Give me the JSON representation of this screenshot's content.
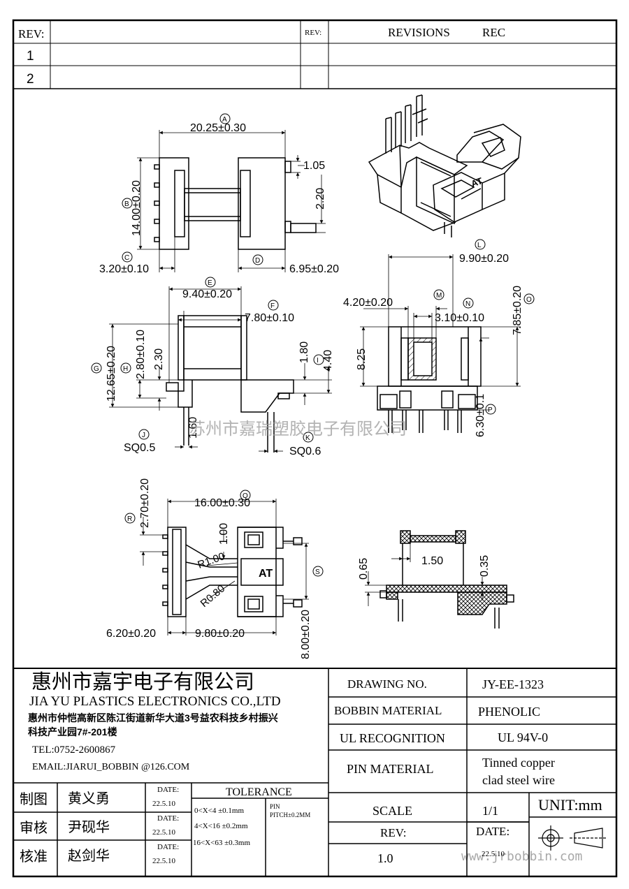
{
  "revision_table": {
    "rev_label": "REV:",
    "rev_label_2": "REV:",
    "revisions_label": "REVISIONS",
    "rec_label": "REC",
    "rows": [
      "1",
      "2"
    ]
  },
  "watermark": {
    "company": "苏州市嘉瑞塑胶电子有限公司",
    "website": "www.jrbobbin.com"
  },
  "top_view": {
    "label_a": "A",
    "dim_a": "20.25±0.30",
    "label_b": "B",
    "dim_b": "14.00±0.20",
    "label_c": "C",
    "dim_c": "3.20±0.10",
    "label_d": "D",
    "dim_d": "6.95±0.20",
    "dim_105": "1.05",
    "dim_220": "2.20"
  },
  "side_view": {
    "label_e": "E",
    "dim_e": "9.40±0.20",
    "label_f": "F",
    "dim_f": "7.80±0.10",
    "label_g": "G",
    "dim_g": "12.65±0.20",
    "label_h": "H",
    "dim_h": "2.80±0.10",
    "dim_230": "2.30",
    "label_i": "I",
    "dim_180": "1.80",
    "dim_440": "4.40",
    "label_j": "J",
    "dim_j": "SQ0.5",
    "label_k": "K",
    "dim_k": "SQ0.6",
    "dim_160": "1.60"
  },
  "front_view": {
    "label_l": "L",
    "dim_l": "9.90±0.20",
    "label_m": "M",
    "dim_m": "4.20±0.20",
    "label_n": "N",
    "dim_n": "3.10±0.10",
    "label_o": "O",
    "dim_o": "7.85±0.20",
    "dim_825": "8.25",
    "label_p": "P",
    "dim_p": "6.30±0.1"
  },
  "bottom_view": {
    "label_q": "Q",
    "dim_q": "16.00±0.30",
    "label_r": "R",
    "dim_r": "2.70±0.20",
    "dim_100": "1.00",
    "dim_r100": "R1.00",
    "dim_r080": "R0.80",
    "dim_620": "6.20±0.20",
    "dim_980": "9.80±0.20",
    "label_s": "S",
    "dim_s": "8.00±0.20",
    "mark": "AT"
  },
  "section_view": {
    "dim_065": "0.65",
    "dim_150": "1.50",
    "dim_035": "0.35"
  },
  "title_block": {
    "company_cn": "惠州市嘉宇电子有限公司",
    "company_en": "JIA YU PLASTICS ELECTRONICS CO.,LTD",
    "address_line1": "惠州市仲恺高新区陈江街道新华大道3号益农科技乡村振兴",
    "address_line2": "科技产业园7#-201楼",
    "tel": "TEL:0752-2600867",
    "email": "EMAIL:JIARUI_BOBBIN @126.COM",
    "drawing_no_label": "DRAWING  NO.",
    "drawing_no": "JY-EE-1323",
    "bobbin_material_label": "BOBBIN  MATERIAL",
    "bobbin_material": "PHENOLIC",
    "ul_label": "UL RECOGNITION",
    "ul_value": "UL 94V-0",
    "pin_material_label": "PIN MATERIAL",
    "pin_material_1": "Tinned copper",
    "pin_material_2": "clad steel wire",
    "scale_label": "SCALE",
    "scale_value": "1/1",
    "unit_label": "UNIT:mm",
    "rev_label": "REV:",
    "rev_value": "1.0",
    "date_label": "DATE:",
    "date_value": "22.5.10",
    "tolerance_label": "TOLERANCE",
    "tolerance_1": "0<X<4  ±0.1mm",
    "tolerance_2": "4<X<16 ±0.2mm",
    "tolerance_3": "16<X<63 ±0.3mm",
    "pin_pitch_1": "PIN",
    "pin_pitch_2": "PITCH±0.2MM",
    "signoffs": [
      {
        "role": "制图",
        "name": "黄义勇",
        "date_label": "DATE:",
        "date": "22.5.10"
      },
      {
        "role": "审核",
        "name": "尹砚华",
        "date_label": "DATE:",
        "date": "22.5.10"
      },
      {
        "role": "核准",
        "name": "赵剑华",
        "date_label": "DATE:",
        "date": "22.5.10"
      }
    ]
  }
}
